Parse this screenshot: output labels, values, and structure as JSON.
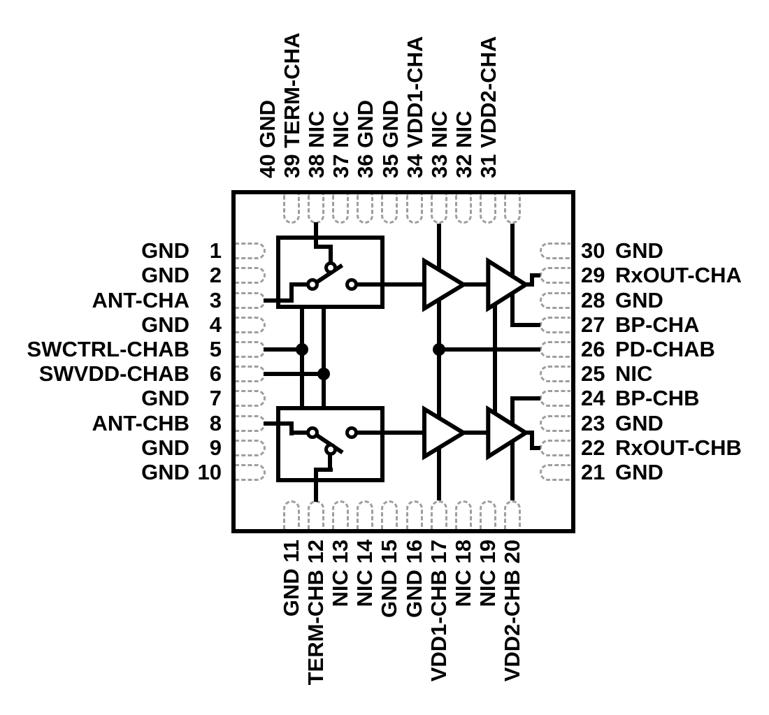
{
  "diagram": {
    "type": "ic-pinout-functional-block-diagram",
    "pin_count": 40,
    "colors": {
      "line": "#000000",
      "pad_outline": "#9e9e9e",
      "background": "#ffffff",
      "text": "#000000"
    },
    "icons": {
      "switch_block": "spdt-switch-icon",
      "amplifier": "amplifier-triangle-icon",
      "junction": "junction-dot-icon",
      "pin_pad": "dashed-pad-icon"
    }
  },
  "pins": {
    "left_top_to_bottom": [
      {
        "num": "1",
        "name": "GND"
      },
      {
        "num": "2",
        "name": "GND"
      },
      {
        "num": "3",
        "name": "ANT-CHA"
      },
      {
        "num": "4",
        "name": "GND"
      },
      {
        "num": "5",
        "name": "SWCTRL-CHAB"
      },
      {
        "num": "6",
        "name": "SWVDD-CHAB"
      },
      {
        "num": "7",
        "name": "GND"
      },
      {
        "num": "8",
        "name": "ANT-CHB"
      },
      {
        "num": "9",
        "name": "GND"
      },
      {
        "num": "10",
        "name": "GND"
      }
    ],
    "right_top_to_bottom": [
      {
        "num": "30",
        "name": "GND"
      },
      {
        "num": "29",
        "name": "RxOUT-CHA"
      },
      {
        "num": "28",
        "name": "GND"
      },
      {
        "num": "27",
        "name": "BP-CHA"
      },
      {
        "num": "26",
        "name": "PD-CHAB"
      },
      {
        "num": "25",
        "name": "NIC"
      },
      {
        "num": "24",
        "name": "BP-CHB"
      },
      {
        "num": "23",
        "name": "GND"
      },
      {
        "num": "22",
        "name": "RxOUT-CHB"
      },
      {
        "num": "21",
        "name": "GND"
      }
    ],
    "top_left_to_right": [
      {
        "num": "40",
        "name": "GND"
      },
      {
        "num": "39",
        "name": "TERM-CHA"
      },
      {
        "num": "38",
        "name": "NIC"
      },
      {
        "num": "37",
        "name": "NIC"
      },
      {
        "num": "36",
        "name": "GND"
      },
      {
        "num": "35",
        "name": "GND"
      },
      {
        "num": "34",
        "name": "VDD1-CHA"
      },
      {
        "num": "33",
        "name": "NIC"
      },
      {
        "num": "32",
        "name": "NIC"
      },
      {
        "num": "31",
        "name": "VDD2-CHA"
      }
    ],
    "bottom_left_to_right": [
      {
        "num": "11",
        "name": "GND"
      },
      {
        "num": "12",
        "name": "TERM-CHB"
      },
      {
        "num": "13",
        "name": "NIC"
      },
      {
        "num": "14",
        "name": "NIC"
      },
      {
        "num": "15",
        "name": "GND"
      },
      {
        "num": "16",
        "name": "GND"
      },
      {
        "num": "17",
        "name": "VDD1-CHB"
      },
      {
        "num": "18",
        "name": "NIC"
      },
      {
        "num": "19",
        "name": "NIC"
      },
      {
        "num": "20",
        "name": "VDD2-CHB"
      }
    ]
  }
}
